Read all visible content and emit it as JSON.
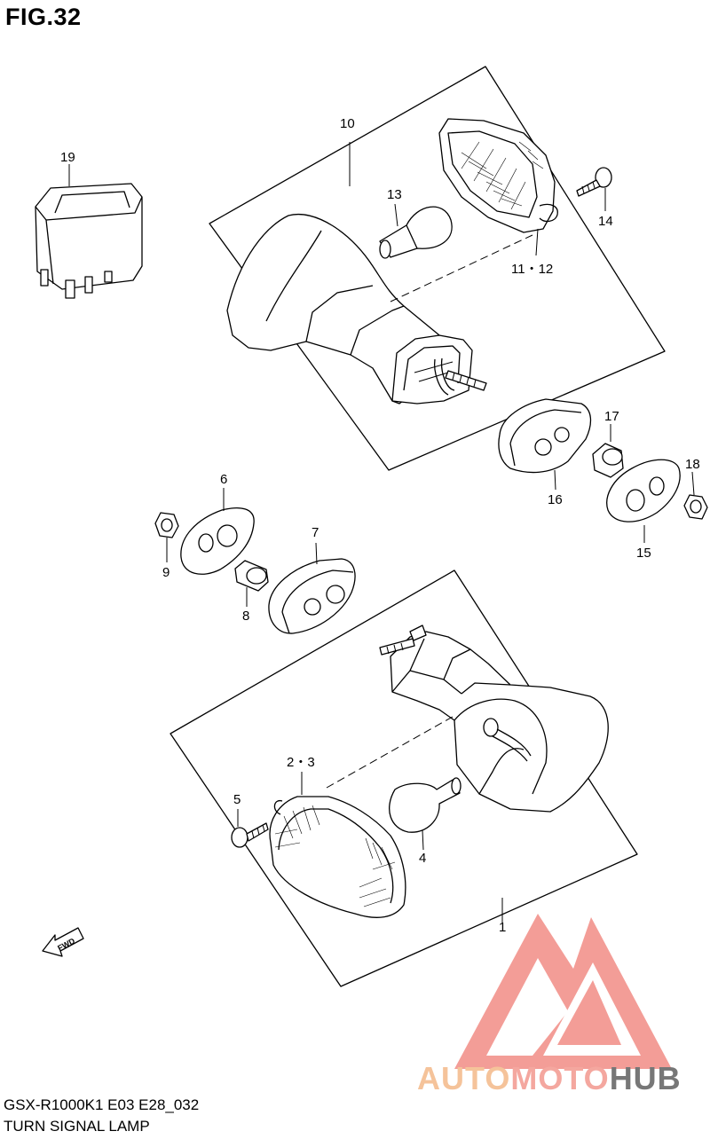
{
  "figure": {
    "title": "FIG.32",
    "code": "GSX-R1000K1 E03 E28_032",
    "name": "TURN SIGNAL LAMP"
  },
  "callouts": {
    "c1": "1",
    "c2_3": "2・3",
    "c4": "4",
    "c5": "5",
    "c6": "6",
    "c7": "7",
    "c8": "8",
    "c9": "9",
    "c10": "10",
    "c11_12": "11・12",
    "c13": "13",
    "c14": "14",
    "c15": "15",
    "c16": "16",
    "c17": "17",
    "c18": "18",
    "c19": "19"
  },
  "fwd_arrow_text": "FWD",
  "watermark": {
    "part_a": "AUTO",
    "part_b": "MOTO",
    "part_c": "HUB",
    "logo_color": "#f28c85"
  }
}
